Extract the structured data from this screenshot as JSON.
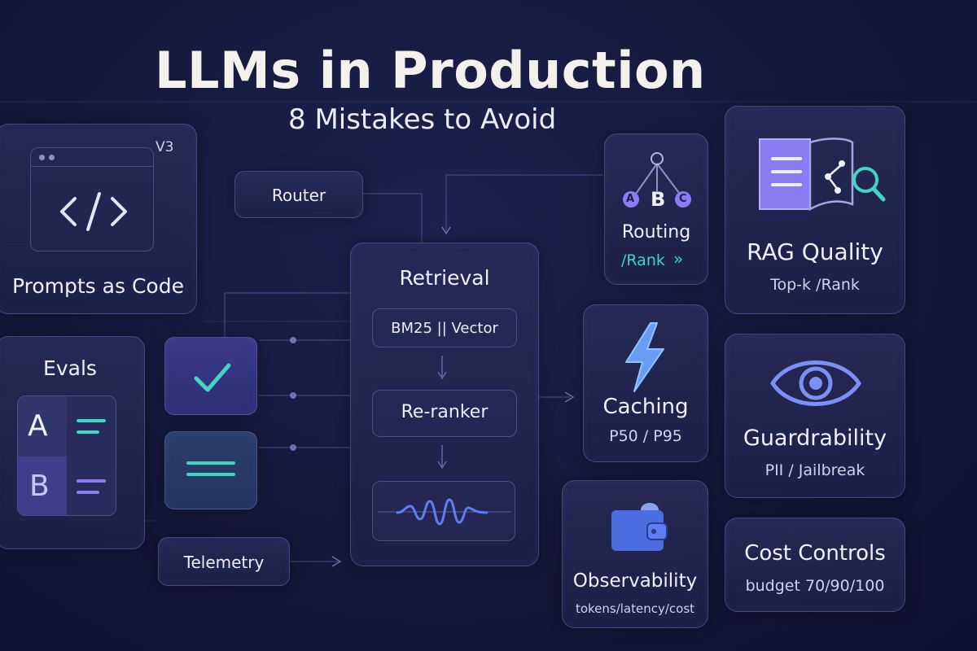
{
  "header": {
    "title": "LLMs in Production",
    "subtitle": "8 Mistakes to Avoid"
  },
  "cards": {
    "prompts": {
      "label": "Prompts as Code",
      "version": "V3"
    },
    "evals": {
      "label": "Evals",
      "a": "A",
      "b": "B"
    },
    "router": {
      "label": "Router"
    },
    "telemetry": {
      "label": "Telemetry"
    },
    "retrieval": {
      "label": "Retrieval",
      "hybrid": "BM25 || Vector",
      "reranker": "Re-ranker"
    },
    "routing": {
      "label": "Routing",
      "sub": "/Rank",
      "nodes": [
        "A",
        "B",
        "C"
      ]
    },
    "rag": {
      "label": "RAG Quality",
      "sub": "Top-k /Rank"
    },
    "caching": {
      "label": "Caching",
      "sub": "P50 / P95"
    },
    "guard": {
      "label": "Guardrability",
      "sub": "PII / Jailbreak"
    },
    "observability": {
      "label": "Observability",
      "sub": "tokens/latency/cost"
    },
    "cost": {
      "label": "Cost Controls",
      "sub": "budget 70/90/100"
    }
  },
  "colors": {
    "accent_teal": "#3fd6c4",
    "accent_purple": "#8a7cf0",
    "accent_blue": "#5c7ef0"
  }
}
